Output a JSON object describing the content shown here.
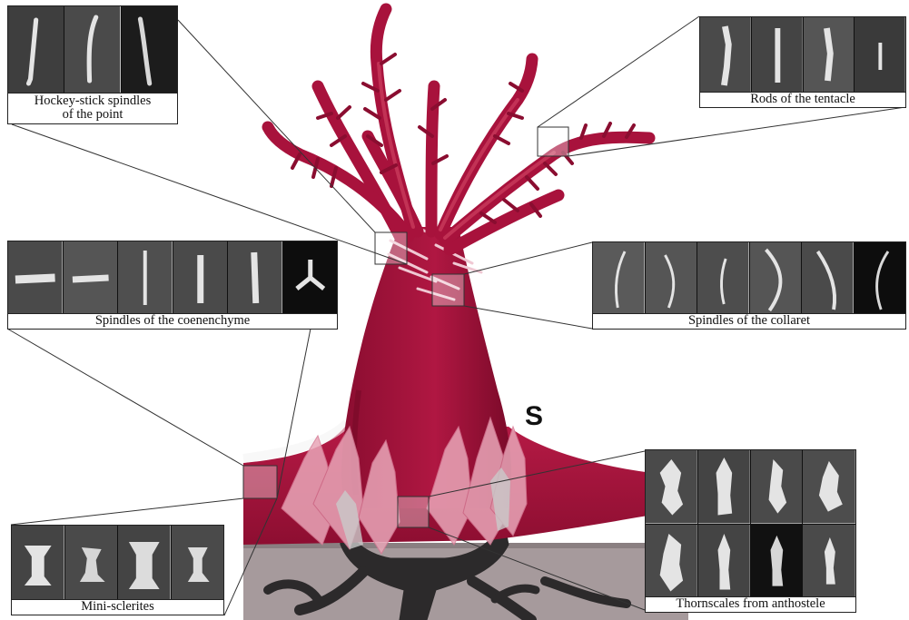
{
  "figure": {
    "s_label": "S",
    "panels": {
      "hockey": {
        "caption_line1": "Hockey-stick spindles",
        "caption_line2": "of the point"
      },
      "rods": {
        "caption": "Rods of the tentacle"
      },
      "coenenchyme": {
        "caption": "Spindles of the coenenchyme"
      },
      "collaret": {
        "caption": "Spindles of the collaret"
      },
      "mini": {
        "caption": "Mini-sclerites"
      },
      "thornscales": {
        "caption": "Thornscales from anthostele"
      }
    },
    "colors": {
      "polyp": "#a8123c",
      "polyp_dark": "#7e0b2a",
      "polyp_light": "#c93a5c",
      "sediment": "#a69a9c",
      "roots": "#2c2a2b",
      "thumb_bg": "#4a4a4a",
      "sclerite": "#e4e4e4"
    }
  }
}
